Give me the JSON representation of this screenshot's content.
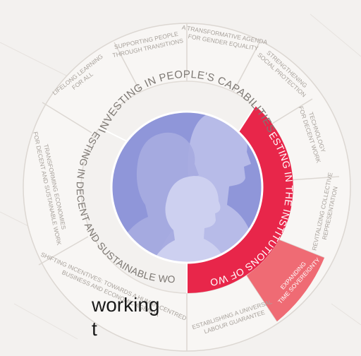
{
  "colors": {
    "background": "#f3f1ef",
    "ring_outer": "#f7f5f3",
    "ring_line": "#d9d4cf",
    "ring_text": "#a8a29c",
    "inner_ring_text": "#7d7873",
    "accent_red": "#e8264a",
    "accent_red_light": "#ef6b74",
    "center_blue": "#8f96d9",
    "center_blue_light": "#b7bbe8"
  },
  "inner_ring": {
    "capabilities": "INVESTING IN PEOPLE'S CAPABILITIES",
    "institutions": "INVESTING IN THE INSTITUTIONS OF WORK",
    "decent_work": "INVESTING IN DECENT AND SUSTAINABLE WORK"
  },
  "outer_segments": {
    "lifelong": [
      "LIFELONG LEARNING",
      "FOR ALL"
    ],
    "transitions": [
      "SUPPORTING PEOPLE",
      "THROUGH TRANSITIONS"
    ],
    "gender": [
      "A TRANSFORMATIVE AGENDA",
      "FOR GENDER EQUALITY"
    ],
    "social": [
      "STRENGTHENING",
      "SOCIAL PROTECTION"
    ],
    "technology": [
      "TECHNOLOGY",
      "FOR DECENT WORK"
    ],
    "representation": [
      "REVITALIZING COLLECTIVE",
      "REPRESENTATION"
    ],
    "time": [
      "EXPANDING",
      "TIME SOVEREIGNTY"
    ],
    "guarantee": [
      "ESTABLISHING A UNIVERSAL",
      "LABOUR GUARANTEE"
    ],
    "incentives": [
      "SHIFTING INCENTIVES: TOWARDS A HUMAN-CENTRED",
      "BUSINESS AND ECONOMIC AGENDA"
    ],
    "economies": [
      "TRANSFORMING ECONOMIES",
      "FOR DECENT AND SUSTAINABLE WORK"
    ]
  },
  "caption": {
    "line1": "working",
    "line2": "t"
  }
}
